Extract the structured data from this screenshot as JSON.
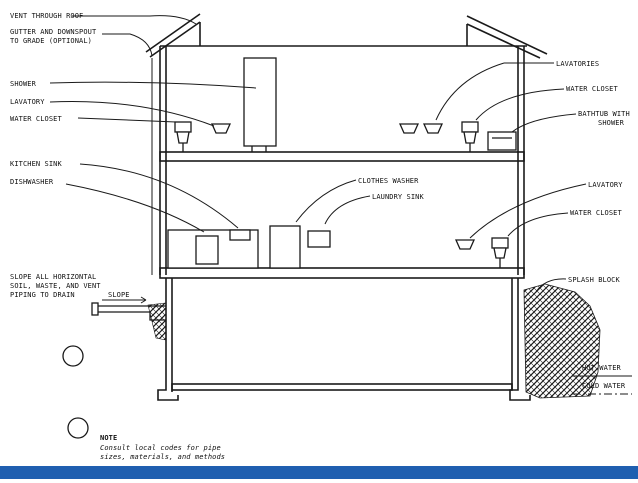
{
  "labels": {
    "vent_roof": "VENT THROUGH ROOF",
    "gutter_1": "GUTTER AND DOWNSPOUT",
    "gutter_2": "TO GRADE (OPTIONAL)",
    "shower": "SHOWER",
    "lavatory_upper_left": "LAVATORY",
    "water_closet_upper_left": "WATER CLOSET",
    "kitchen_sink": "KITCHEN SINK",
    "dishwasher": "DISHWASHER",
    "slope_note_1": "SLOPE ALL HORIZONTAL",
    "slope_note_2": "SOIL, WASTE, AND VENT",
    "slope_note_3": "PIPING TO DRAIN",
    "slope": "SLOPE",
    "lavatories": "LAVATORIES",
    "water_closet_upper_right": "WATER CLOSET",
    "bathtub_1": "BATHTUB WITH",
    "bathtub_2": "SHOWER",
    "clothes_washer": "CLOTHES WASHER",
    "laundry_sink": "LAUNDRY SINK",
    "lavatory_right": "LAVATORY",
    "water_closet_right": "WATER CLOSET",
    "splash_block": "SPLASH BLOCK",
    "hot_water": "HOT WATER",
    "cold_water": "COLD WATER",
    "note_title": "NOTE",
    "note_line1": "Consult local codes for pipe",
    "note_line2": "sizes, materials, and methods"
  },
  "colors": {
    "line": "#1a1a1a",
    "footer_bar": "#1f5fb0"
  }
}
